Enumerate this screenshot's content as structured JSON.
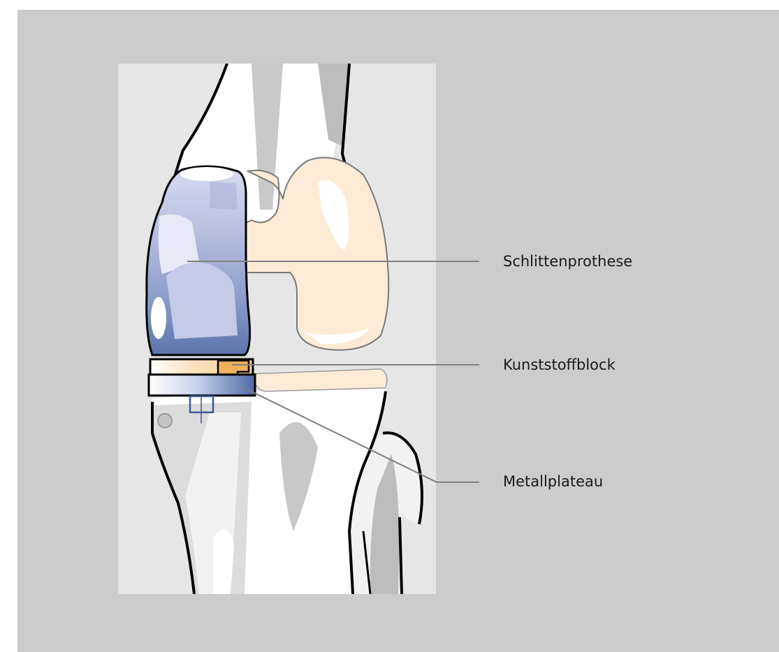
{
  "colors": {
    "frame": "#cccccc",
    "panel": "#e6e6e6",
    "bone": "#fcebd6",
    "implant_blue": "#5f78ad",
    "insert_orange": "#f0b05c",
    "outline": "#000000",
    "leader": "#808080"
  },
  "labels": {
    "femoral_component": "Schlittenprothese",
    "insert": "Kunststoffblock",
    "tibial_plateau": "Metallplateau"
  }
}
